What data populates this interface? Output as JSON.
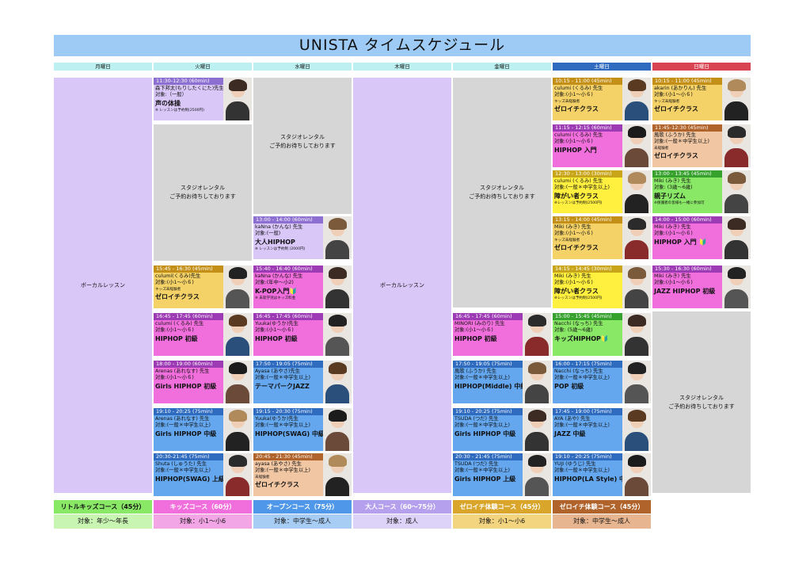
{
  "title": "UNISTA  タイムスケジュール",
  "days": [
    "月曜日",
    "火曜日",
    "水曜日",
    "木曜日",
    "金曜日",
    "土曜日",
    "日曜日"
  ],
  "blocks": {
    "mon_vocal": "ボーカルレッスン",
    "thu_vocal": "ボーカルレッスン",
    "tue_rental": "スタジオレンタル\nご予約お待ちしております",
    "wed_rental": "スタジオレンタル\nご予約お待ちしております",
    "fri_rental": "スタジオレンタル\nご予約お待ちしております",
    "sun_rental": "スタジオレンタル\nご予約お待ちしております"
  },
  "cards": [
    {
      "time": "11:30-12:30 (60min)",
      "teacher": "森下邦太(もりしたくにた)先生",
      "target": "対象:（一般）",
      "note": "",
      "cls": "声の体操",
      "note2": "※ レッスンは予約制(2500円)"
    },
    {
      "time": "15:45 - 16:30 (45min)",
      "teacher": "culumi(くるみ)先生",
      "target": "対象:(小1〜小６)",
      "note": "キッズ未経験者",
      "cls": "ゼロイチクラス",
      "note2": ""
    },
    {
      "time": "16:45 - 17:45 (60min)",
      "teacher": "culumi (くるみ) 先生",
      "target": "対象:(小1〜小６)",
      "note": "",
      "cls": "HIPHOP 初級",
      "note2": ""
    },
    {
      "time": "18:00 - 19:00 (60min)",
      "teacher": "Arenas (あれなす) 先生",
      "target": "対象:(小1〜小６)",
      "note": "",
      "cls": "Girls HIPHOP 初級",
      "note2": ""
    },
    {
      "time": "19:10 - 20:25 (75min)",
      "teacher": "Arenas (あれなす) 先生",
      "target": "対象:(一般＊中学生以上)",
      "note": "",
      "cls": "Girls HIPHOP 中級",
      "note2": ""
    },
    {
      "time": "20:30-21:45 (75min)",
      "teacher": "Shuta (しゅうた) 先生",
      "target": "対象:(一般＊中学生以上)",
      "note": "",
      "cls": "HIPHOP(SWAG) 上級",
      "note2": ""
    },
    {
      "time": "13:00 - 14:00 (60min)",
      "teacher": "kaNna (かんな) 先生",
      "target": "対象:(一般)",
      "note": "",
      "cls": "大人HIPHOP",
      "note2": "※ レッスンは予約制 (2000円)"
    },
    {
      "time": "15:40 - 16:40 (60min)",
      "teacher": "kaNna (かんな) 先生",
      "target": "対象:(年中〜小2)",
      "note": "",
      "cls": "K-POP入門🔰",
      "note2": "※ 未就学児はキッズ料金"
    },
    {
      "time": "16:45 - 17:45 (60min)",
      "teacher": "Yuuka(ゆうか)先生",
      "target": "対象:(小1〜小６)",
      "note": "",
      "cls": " HIPHOP 初級",
      "note2": ""
    },
    {
      "time": "17:50 - 19:05 (75min)",
      "teacher": "Ayasa (あやさ)先生",
      "target": "対象:(一般＊中学生以上)",
      "note": "",
      "cls": "テーマパークJAZZ",
      "note2": ""
    },
    {
      "time": "19:15 - 20:30 (75min)",
      "teacher": "Yuuka(ゆうか)先生",
      "target": "対象:(一般＊中学生以上)",
      "note": "",
      "cls": "HIPHOP(SWAG) 中級",
      "note2": ""
    },
    {
      "time": "20:45 - 21:30 (45min)",
      "teacher": "ayasa (あやさ) 先生",
      "target": "対象:(一般＊中学生以上)",
      "note": "未経験者",
      "cls": "ゼロイチクラス",
      "note2": ""
    },
    {
      "time": "16:45 - 17:45 (60min)",
      "teacher": "MINORI (みのり) 先生",
      "target": "対象:(小1〜小６)",
      "note": "",
      "cls": " HIPHOP 初級",
      "note2": ""
    },
    {
      "time": "17:50 - 19:05 (75min)",
      "teacher": "風歌 (ふうか) 先生",
      "target": "対象:(一般＊中学生以上)",
      "note": "",
      "cls": "HIPHOP(Middle) 中級",
      "note2": ""
    },
    {
      "time": "19:10 - 20:25 (75min)",
      "teacher": "TSUDA (つだ) 先生",
      "target": "対象:(一般＊中学生以上)",
      "note": "",
      "cls": "Girls HIPHOP 中級",
      "note2": ""
    },
    {
      "time": "20:30 - 21:45 (75min)",
      "teacher": "TSUDA (つだ) 先生",
      "target": "対象:(一般＊中学生以上)",
      "note": "",
      "cls": "Girls HIPHOP 上級",
      "note2": ""
    },
    {
      "time": "10:15 - 11:00 (45min)",
      "teacher": "culumi (くるみ) 先生",
      "target": "対象:(小1〜小６)",
      "note": "キッズ未経験者",
      "cls": "ゼロイチクラス",
      "note2": ""
    },
    {
      "time": "11:15 - 12:15 (60min)",
      "teacher": "culumi (くるみ) 先生",
      "target": "対象:(小1〜小６)",
      "note": "",
      "cls": "HIPHOP 入門",
      "note2": ""
    },
    {
      "time": "12:30 - 13:00 (30min)",
      "teacher": "culumi (くるみ) 先生",
      "target": "対象:(一般＊中学生以上)",
      "note": "",
      "cls": "障がい者クラス",
      "note2": "※レッスンは予約制(2500円)"
    },
    {
      "time": "13:15 - 14:00 (45min)",
      "teacher": "Miki (みき) 先生",
      "target": "対象:(小1〜小６)",
      "note": "キッズ未経験者",
      "cls": "ゼロイチクラス",
      "note2": ""
    },
    {
      "time": "14:15 - 14:45 (30min)",
      "teacher": "Miki (みき) 先生",
      "target": "対象:(小1〜小６)",
      "note": "",
      "cls": "障がい者クラス",
      "note2": "※レッスンは予約制(2500円)"
    },
    {
      "time": "15:00 - 15:45 (45min)",
      "teacher": "Nacchi (なっち) 先生",
      "target": "対象: (5歳〜6歳)",
      "note": "",
      "cls": "キッズHIPHOP🔰",
      "note2": ""
    },
    {
      "time": "16:00 - 17:15 (75min)",
      "teacher": "Nacchi (なっち) 先生",
      "target": "対象:(一般＊中学生以上)",
      "note": "",
      "cls": "POP 初級",
      "note2": ""
    },
    {
      "time": "17:45 - 19:00 (75min)",
      "teacher": "AYA (あや) 先生",
      "target": "対象:(一般＊中学生以上)",
      "note": "",
      "cls": "JAZZ 中級",
      "note2": ""
    },
    {
      "time": "19:10 - 20:25 (75min)",
      "teacher": "YUJI (ゆうじ) 先生",
      "target": "対象:(一般＊中学生以上)",
      "note": "",
      "cls": "HIPHOP(LA Style) 中級",
      "note2": ""
    },
    {
      "time": "10:15 - 11:00 (45min)",
      "teacher": "akarin (あかりん) 先生",
      "target": "対象:(小1〜小６)",
      "note": "キッズ未経験者",
      "cls": "ゼロイチクラス",
      "note2": ""
    },
    {
      "time": "11:45-12:30 (45min)",
      "teacher": "風歌 (ふうか) 先生",
      "target": "対象:(一般＊中学生以上)",
      "note": "未経験者",
      "cls": "ゼロイチクラス",
      "note2": ""
    },
    {
      "time": "13:00 - 13:45 (45min)",
      "teacher": "Miki (みき) 先生",
      "target": "対象: (3歳〜6歳)",
      "note": "",
      "cls": "親子リズム",
      "note2": "※保護者の皆様も一緒に参加可"
    },
    {
      "time": "14:00 - 15:00 (60min)",
      "teacher": "Miki (みき) 先生",
      "target": "対象:(小1〜小６)",
      "note": "",
      "cls": "HIPHOP 入門 🔰",
      "note2": ""
    },
    {
      "time": "15:30 - 16:30 (60min)",
      "teacher": "Miki (みき) 先生",
      "target": "対象:(小1〜小６)",
      "note": "",
      "cls": "JAZZ HIPHOP 初級",
      "note2": ""
    }
  ],
  "legend": [
    {
      "name": "リトルキッズコース（45分）",
      "target": "対象：年少〜年長"
    },
    {
      "name": "キッズコース（60分）",
      "target": "対象：小1〜小6"
    },
    {
      "name": "オープンコース（75分）",
      "target": "対象：中学生〜成人"
    },
    {
      "name": "大人コース（60〜75分）",
      "target": "対象：成人"
    },
    {
      "name": "ゼロイチ体験コース（45分）",
      "target": "対象：小1〜小6"
    },
    {
      "name": "ゼロイチ体験コース（45分）",
      "target": "対象：中学生〜成人"
    }
  ],
  "colors": {
    "header": "#9ecbf5",
    "kids": "#f06fdc",
    "open": "#64a7ef",
    "zero": "#f4d267",
    "zero_adult": "#f0c6a3",
    "little": "#8ae867",
    "adult": "#d9c7f8",
    "rental": "#d6d6d6"
  }
}
